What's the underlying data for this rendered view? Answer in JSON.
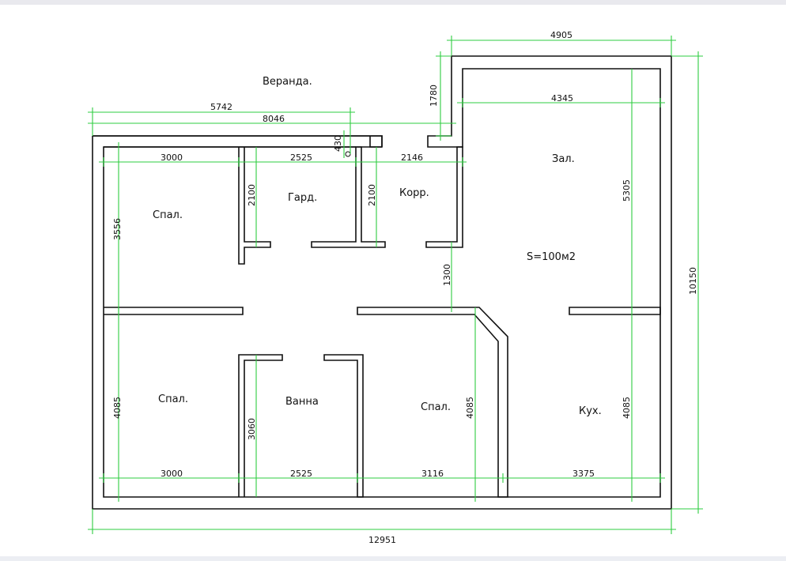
{
  "rooms": {
    "veranda": "Веранда.",
    "bedroom_top_left": "Спал.",
    "wardrobe": "Гард.",
    "corridor": "Корр.",
    "hall": "Зал.",
    "area": "S=100м2",
    "bedroom_bottom_left": "Спал.",
    "bathroom": "Ванна",
    "bedroom_bottom_mid": "Спал.",
    "kitchen": "Кух."
  },
  "dimensions": {
    "d4905": "4905",
    "d1780": "1780",
    "d4345": "4345",
    "d5742": "5742",
    "d8046": "8046",
    "d430": "430",
    "d3000_top": "3000",
    "d2525_top": "2525",
    "d2146": "2146",
    "d2100_left": "2100",
    "d2100_right": "2100",
    "d3556": "3556",
    "d5305": "5305",
    "d1300": "1300",
    "d10150": "10150",
    "d4085_left": "4085",
    "d3060": "3060",
    "d4085_mid": "4085",
    "d4085_right": "4085",
    "d3000_bottom": "3000",
    "d2525_bottom": "2525",
    "d3116": "3116",
    "d3375": "3375",
    "d12951": "12951"
  },
  "colors": {
    "wall": "#111111",
    "dimension_line": "#2ecc40",
    "background": "#ffffff"
  }
}
